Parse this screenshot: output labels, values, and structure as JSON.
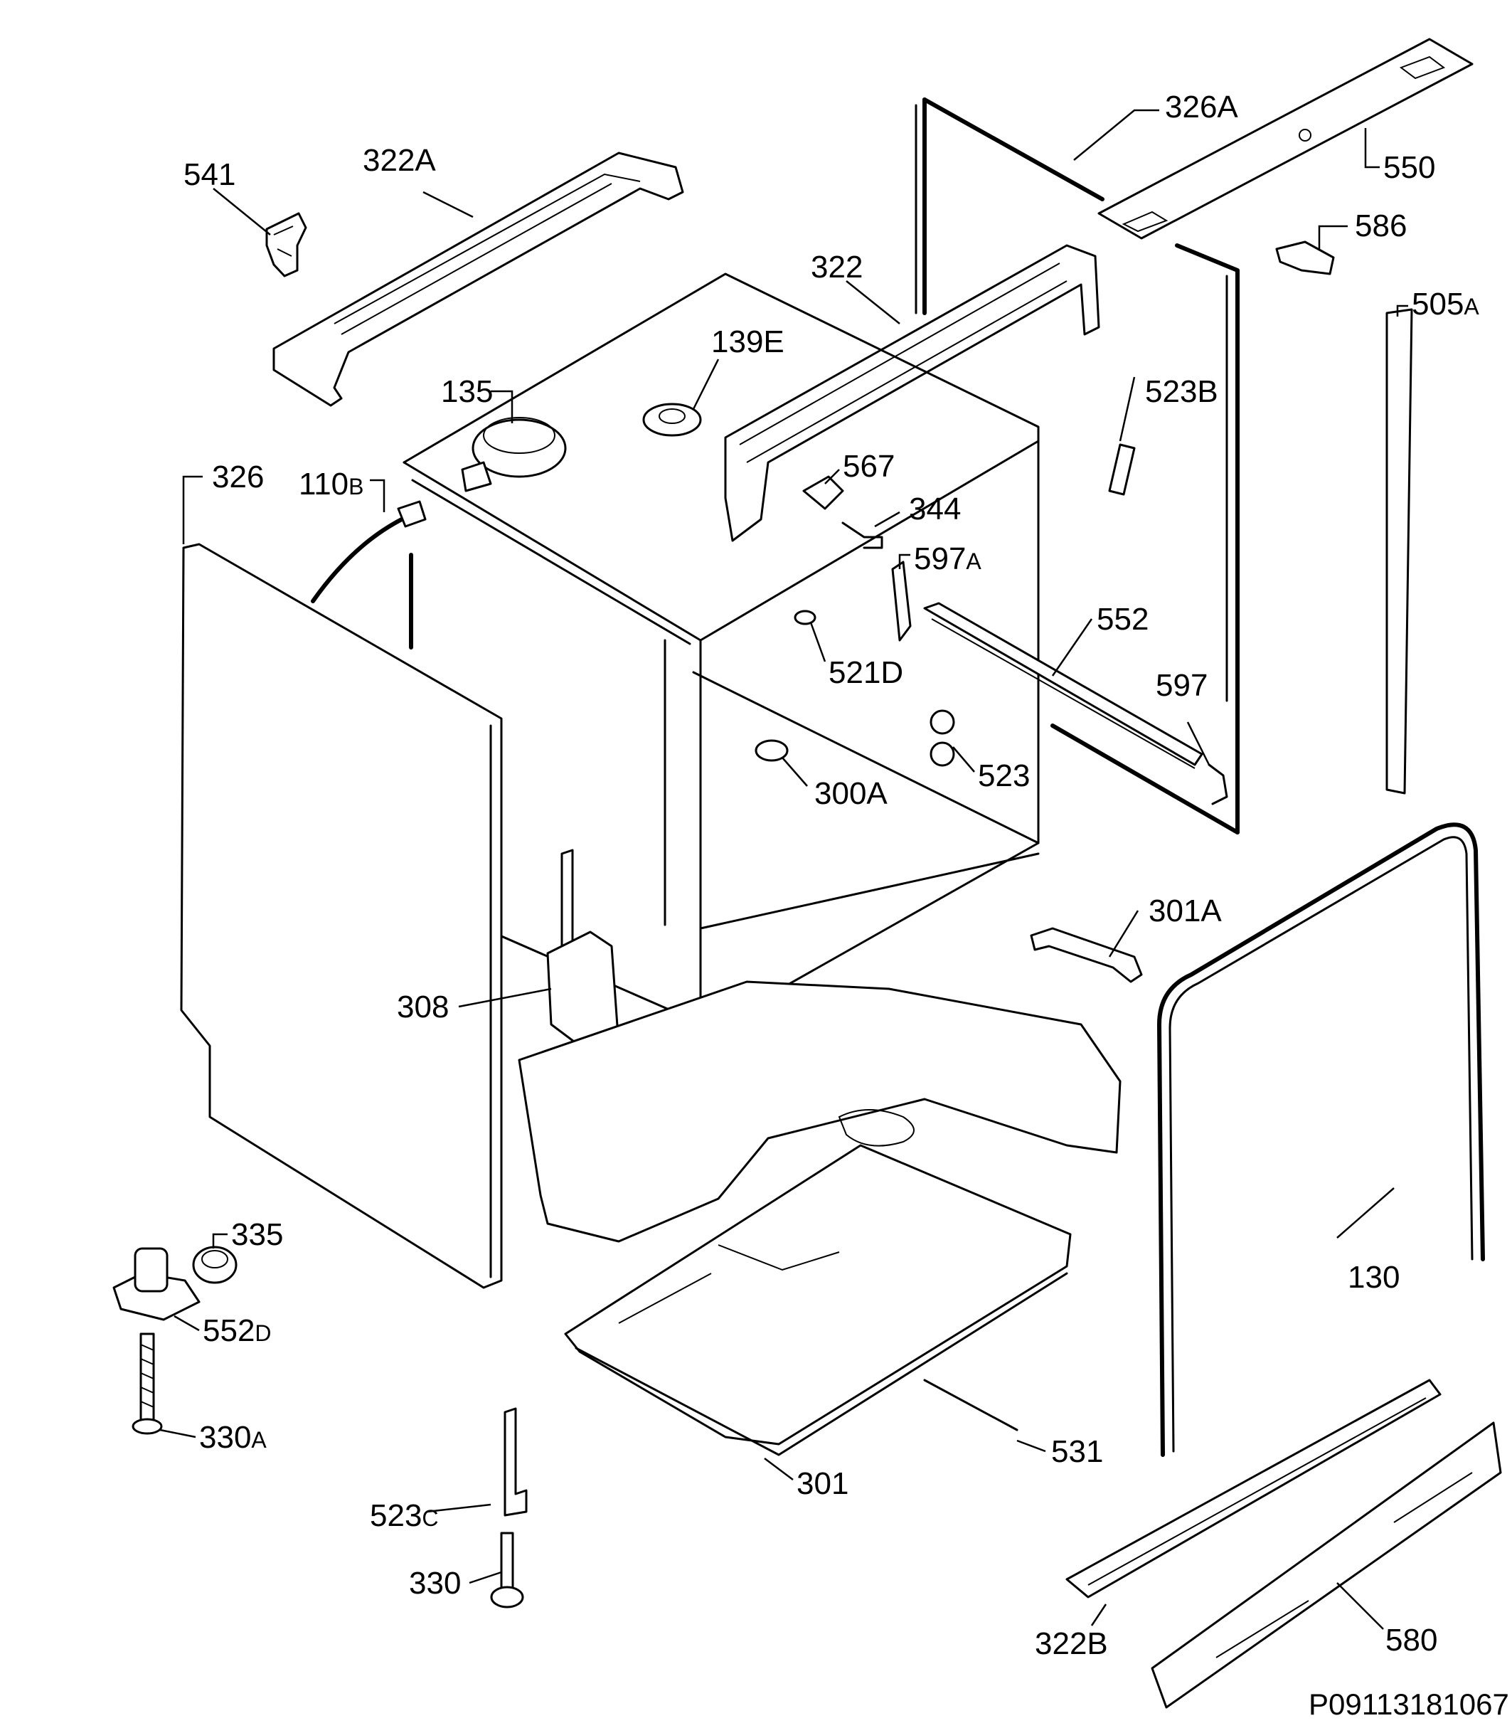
{
  "diagram": {
    "code": "P09113181067",
    "labels": {
      "p541": "541",
      "p322A": "322A",
      "p326A": "326A",
      "p550": "550",
      "p586": "586",
      "p322": "322",
      "p505A": "505",
      "p505A_suffix": "A",
      "p139E": "139E",
      "p135": "135",
      "p523B": "523B",
      "p567": "567",
      "p326": "326",
      "p110B": "110",
      "p110B_suffix": "B",
      "p344": "344",
      "p597A": "597",
      "p597A_suffix": "A",
      "p552": "552",
      "p521D": "521D",
      "p597": "597",
      "p523": "523",
      "p300A": "300A",
      "p301A": "301A",
      "p308": "308",
      "p130": "130",
      "p335": "335",
      "p552D": "552",
      "p552D_suffix": "D",
      "p330A": "330",
      "p330A_suffix": "A",
      "p531": "531",
      "p301": "301",
      "p523C": "523",
      "p523C_suffix": "C",
      "p330": "330",
      "p322B": "322B",
      "p580": "580"
    }
  }
}
